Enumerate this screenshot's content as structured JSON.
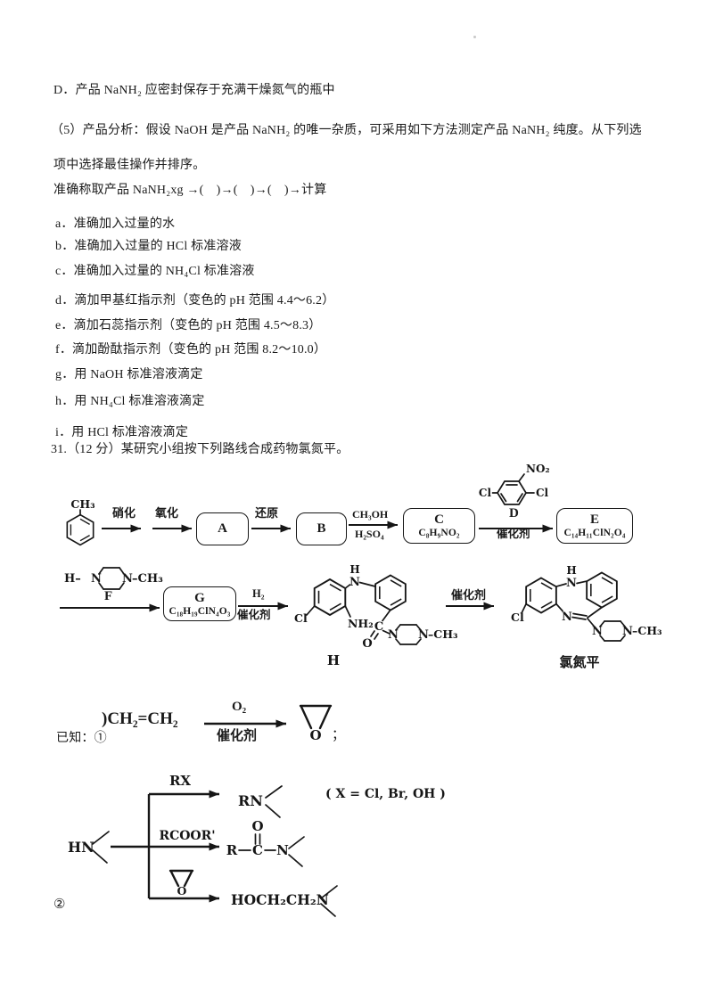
{
  "colors": {
    "ink": "#1a1a1a",
    "paper": "#ffffff"
  },
  "text": {
    "option_d": "D．产品 NaNH₂ 应密封保存于充满干燥氮气的瓶中",
    "q5_line1": "（5）产品分析：假设 NaOH 是产品 NaNH₂ 的唯一杂质，可采用如下方法测定产品 NaNH₂ 纯度。从下列选",
    "q5_line2": "项中选择最佳操作并排序。",
    "procedure": "准确称取产品 NaNH₂xg →(　)→(　)→(　)→计算",
    "opt_a": "a．准确加入过量的水",
    "opt_b": "b．准确加入过量的 HCl 标准溶液",
    "opt_c": "c．准确加入过量的 NH₄Cl 标准溶液",
    "opt_d": "d．滴加甲基红指示剂（变色的 pH 范围 4.4～6.2）",
    "opt_e": "e．滴加石蕊指示剂（变色的 pH 范围 4.5～8.3）",
    "opt_f": "f．滴加酚酞指示剂（变色的 pH 范围 8.2～10.0）",
    "opt_g": "g．用 NaOH 标准溶液滴定",
    "opt_h": "h．用 NH₄Cl 标准溶液滴定",
    "opt_i": "i．用 HCl 标准溶液滴定",
    "q31": "31.（12 分）某研究小组按下列路线合成药物氯氮平。"
  },
  "scheme": {
    "row1": {
      "ch3": "CH₃",
      "nitration": "硝化",
      "oxidation": "氧化",
      "box_a": "A",
      "reduction": "还原",
      "box_b": "B",
      "methanol": "CH₃OH",
      "h2so4": "H₂SO₄",
      "box_c_letter": "C",
      "box_c_formula": "C₈H₉NO₂",
      "no2": "NO₂",
      "cl_left": "Cl",
      "cl_right": "Cl",
      "d_label": "D",
      "catalyst1": "催化剂",
      "box_e_letter": "E",
      "box_e_formula": "C₁₄H₁₁ClN₂O₄"
    },
    "row2": {
      "pip_h": "H–",
      "pip_nl": "N",
      "pip_nr": "N",
      "pip_ch3": "–CH₃",
      "f_label": "F",
      "box_g_letter": "G",
      "box_g_formula": "C₁₈H₁₉ClN₄O₃",
      "h2": "H₂",
      "catalyst2": "催化剂",
      "catalyst3": "催化剂"
    },
    "compound_h": {
      "h": "H",
      "n": "N",
      "cl": "Cl",
      "nh2": "NH₂",
      "c": "C",
      "o": "O",
      "nl": "N",
      "nr": "N",
      "ch3": "–CH₃",
      "label": "H"
    },
    "clozapine": {
      "h": "H",
      "n_top": "N",
      "cl": "Cl",
      "n_bottom": "N",
      "nl": "N",
      "nr": "N",
      "ch3": "–CH₃",
      "label": "氯氮平"
    }
  },
  "known": {
    "prefix": "已知：①",
    "ethylene": ")CH₂=CH₂",
    "o2": "O₂",
    "catalyst": "催化剂",
    "epoxide_o": "O",
    "semicolon": "；"
  },
  "known2": {
    "amine": "HN",
    "rx": "RX",
    "rn": "RN",
    "x_note": "( X = Cl, Br, OH )",
    "rcoor": "RCOOR'",
    "amide_r": "R",
    "amide_c": "C",
    "amide_n": "N",
    "amide_o": "O",
    "epoxide_o": "O",
    "product3": "HOCH₂CH₂N",
    "label": "②"
  }
}
